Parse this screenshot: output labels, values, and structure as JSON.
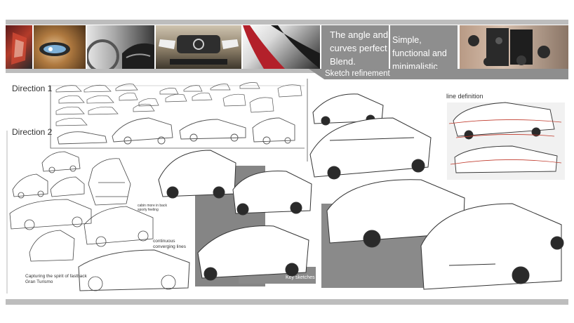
{
  "captions": {
    "angle": "The angle and curves perfect Blend.",
    "simple": "Simple, functional and minimalistic"
  },
  "header": {
    "sketch_refinement": "Sketch refinement"
  },
  "labels": {
    "direction1": "Direction 1",
    "direction2": "Direction 2",
    "line_definition": "line definition",
    "key_sketches": "Key sketches"
  },
  "notes": {
    "cabin": "cabin more in back sporty feeling",
    "converging": "continuous converging lines",
    "gran_turismo": "Capturing the spirit of fastback Gran Turismo"
  },
  "colors": {
    "caption_bg": "#8e8e8e",
    "bar_gray": "#bdbdbd",
    "panel_gray": "#6e6e6e",
    "red_line": "#c0392b"
  }
}
